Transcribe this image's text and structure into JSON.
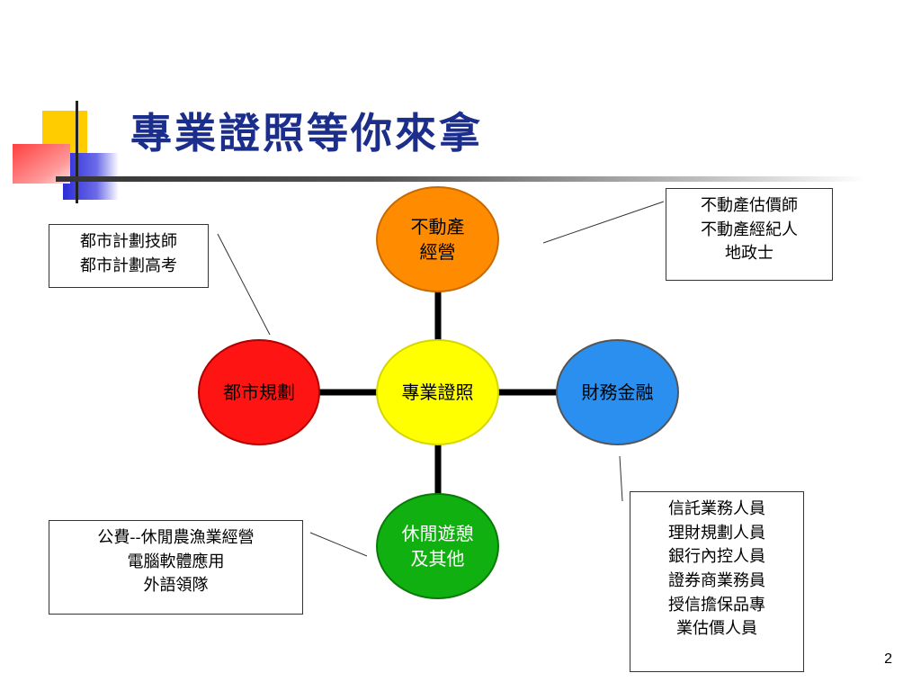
{
  "slide": {
    "title": "專業證照等你來拿",
    "page_number": "2"
  },
  "diagram": {
    "center": {
      "label": "專業證照",
      "color": "#ffff00"
    },
    "nodes": {
      "top": {
        "lines": [
          "不動產",
          "經營"
        ],
        "color": "#ff8c00"
      },
      "left": {
        "lines": [
          "都市規劃"
        ],
        "color": "#ff1414"
      },
      "right": {
        "lines": [
          "財務金融"
        ],
        "color": "#2b8ff0"
      },
      "bottom": {
        "lines": [
          "休閒遊憩",
          "及其他"
        ],
        "color": "#11b011",
        "text_color": "#ffffff"
      }
    },
    "callouts": {
      "top_right": [
        "不動產估價師",
        "不動產經紀人",
        "地政士"
      ],
      "top_left": [
        "都市計劃技師",
        "都市計劃高考"
      ],
      "bottom_left": [
        "公費--休閒農漁業經營",
        "電腦軟體應用",
        "外語領隊"
      ],
      "bottom_right": [
        "信託業務人員",
        "理財規劃人員",
        "銀行內控人員",
        "證券商業務員",
        "授信擔保品專",
        "業估價人員"
      ]
    }
  }
}
